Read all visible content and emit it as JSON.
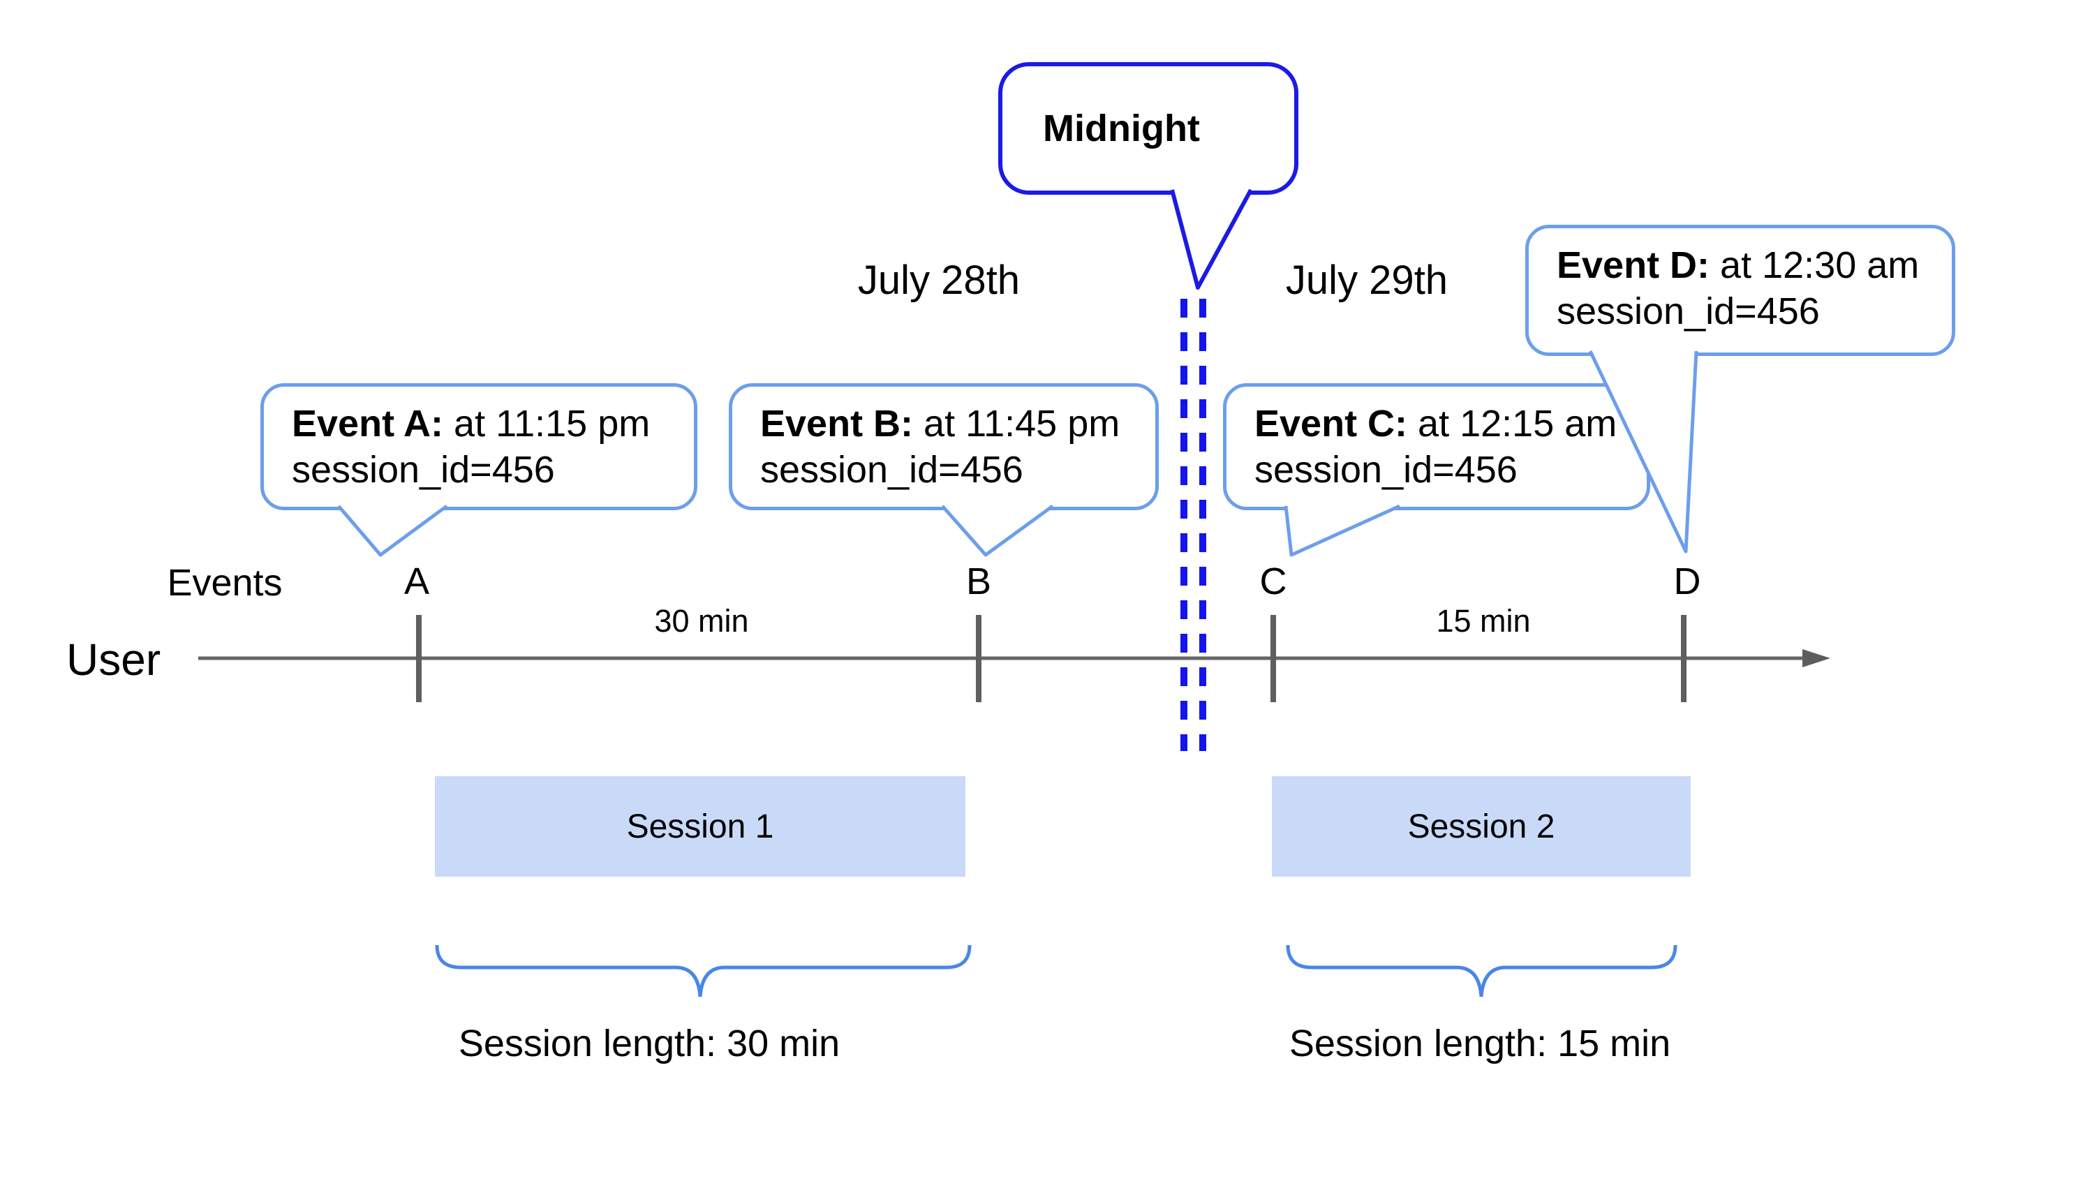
{
  "diagram": {
    "midnight_bubble": {
      "label": "Midnight"
    },
    "dates": {
      "before": "July 28th",
      "after": "July 29th"
    },
    "axis": {
      "events_label": "Events",
      "user_label": "User"
    },
    "events": [
      {
        "id": "A",
        "tick_label": "A",
        "callout_title": "Event A:",
        "callout_detail": " at 11:15 pm",
        "callout_line2": "session_id=456"
      },
      {
        "id": "B",
        "tick_label": "B",
        "callout_title": "Event B:",
        "callout_detail": " at 11:45 pm",
        "callout_line2": "session_id=456"
      },
      {
        "id": "C",
        "tick_label": "C",
        "callout_title": "Event C:",
        "callout_detail": " at 12:15 am",
        "callout_line2": "session_id=456"
      },
      {
        "id": "D",
        "tick_label": "D",
        "callout_title": "Event D:",
        "callout_detail": " at 12:30 am",
        "callout_line2": "session_id=456"
      }
    ],
    "intervals": [
      {
        "label": "30 min"
      },
      {
        "label": "15 min"
      }
    ],
    "sessions": [
      {
        "label": "Session 1",
        "length_label": "Session length: 30 min"
      },
      {
        "label": "Session 2",
        "length_label": "Session length: 15 min"
      }
    ],
    "colors": {
      "midnight_border": "#1b1be4",
      "dashed_line": "#1414ee",
      "callout_border": "#6d9eeb",
      "brace": "#4a86e8",
      "session_fill": "#c9daf8",
      "axis_gray": "#5f5f5f"
    }
  }
}
